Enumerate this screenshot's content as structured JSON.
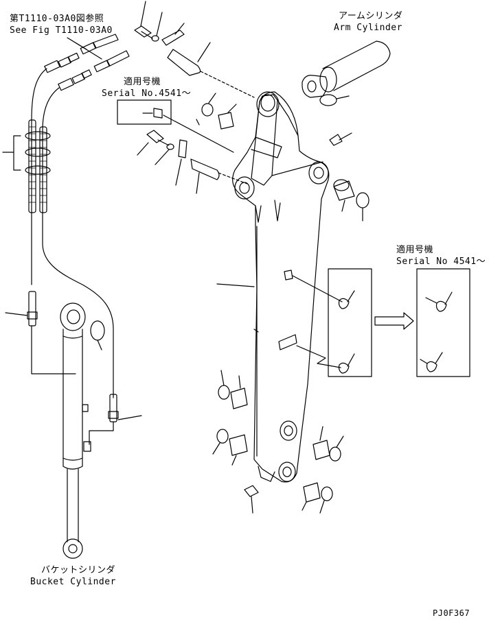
{
  "labels": {
    "ref_jp": "第T1110-03A0図参照",
    "ref_en": "See Fig T1110-03A0",
    "arm_cyl_jp": "アームシリンダ",
    "arm_cyl_en": "Arm Cylinder",
    "serial1_jp": "適用号機",
    "serial1_en": "Serial No.4541～",
    "serial2_jp": "適用号機",
    "serial2_en": "Serial No 4541～",
    "bucket_cyl_jp": "バケットシリンダ",
    "bucket_cyl_en": "Bucket Cylinder",
    "drawing_code": "PJ0F367"
  },
  "colors": {
    "line": "#000000",
    "background": "#ffffff"
  }
}
